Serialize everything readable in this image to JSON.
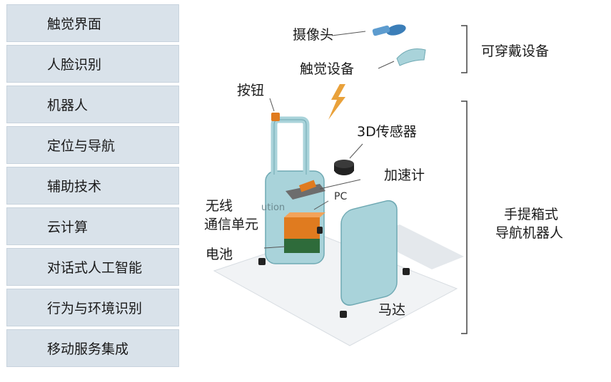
{
  "sidebar": {
    "items": [
      {
        "label": "触觉界面"
      },
      {
        "label": "人脸识别"
      },
      {
        "label": "机器人"
      },
      {
        "label": "定位与导航"
      },
      {
        "label": "辅助技术"
      },
      {
        "label": "云计算"
      },
      {
        "label": "对话式人工智能"
      },
      {
        "label": "行为与环境识别"
      },
      {
        "label": "移动服务集成"
      }
    ]
  },
  "diagram": {
    "labels": {
      "camera": "摄像头",
      "haptic_device": "触觉设备",
      "wearable": "可穿戴设备",
      "button": "按钮",
      "sensor_3d": "3D传感器",
      "accelerometer": "加速计",
      "wireless_1": "无线",
      "wireless_2": "通信单元",
      "pc": "PC",
      "battery": "电池",
      "suitcase_1": "手提箱式",
      "suitcase_2": "导航机器人",
      "motor": "马达",
      "faint_text": "ution"
    },
    "colors": {
      "suitcase": "#a9d3da",
      "suitcase_stroke": "#6fa9b3",
      "orange": "#e07b1f",
      "green": "#2e6b3a",
      "lightning": "#e9a13a"
    }
  }
}
